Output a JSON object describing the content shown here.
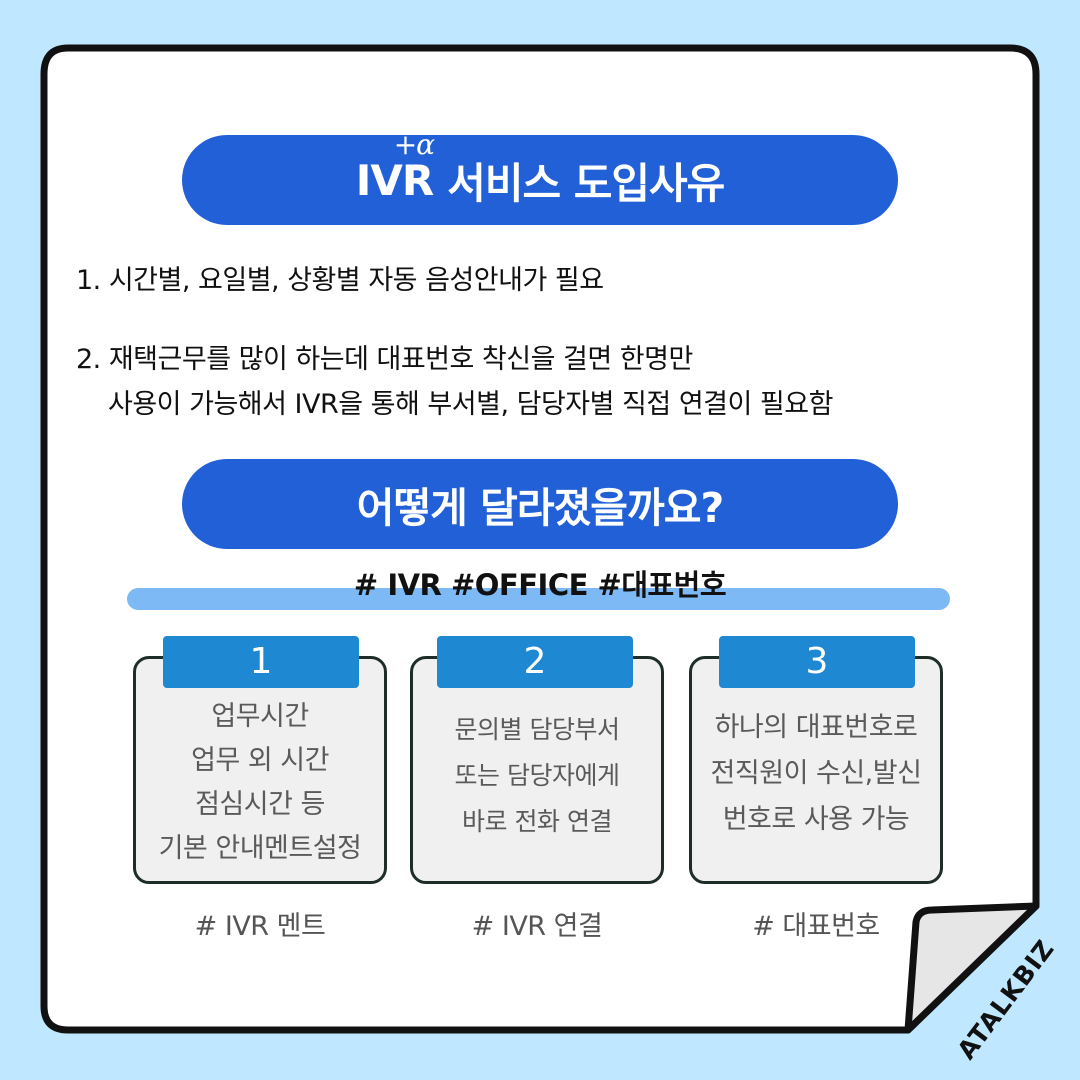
{
  "header": {
    "ivr": "IVR",
    "alpha": "+α",
    "title_rest": "서비스 도입사유"
  },
  "reasons": [
    "1. 시간별, 요일별, 상황별 자동 음성안내가 필요",
    "2. 재택근무를 많이 하는데 대표번호 착신을 걸면 한명만",
    "사용이 가능해서 IVR을 통해 부서별, 담당자별 직접 연결이 필요함"
  ],
  "section2_title": "어떻게 달라졌을까요?",
  "tags_line": "# IVR  #OFFICE  #대표번호",
  "cards": [
    {
      "number": "1",
      "lines": [
        "업무시간",
        "업무 외 시간",
        "점심시간 등",
        "기본 안내멘트설정"
      ],
      "hashtag": "# IVR 멘트"
    },
    {
      "number": "2",
      "lines": [
        "문의별 담당부서",
        "또는 담당자에게",
        "바로 전화 연결"
      ],
      "hashtag": "# IVR 연결"
    },
    {
      "number": "3",
      "lines": [
        "하나의 대표번호로",
        "전직원이 수신,발신",
        "번호로 사용 가능"
      ],
      "hashtag": "# 대표번호"
    }
  ],
  "brand": "ATALKBIZ",
  "colors": {
    "background": "#bfe7ff",
    "pill": "#2160d6",
    "tab": "#1e88d2",
    "tag_bar": "#7dbaf5"
  }
}
